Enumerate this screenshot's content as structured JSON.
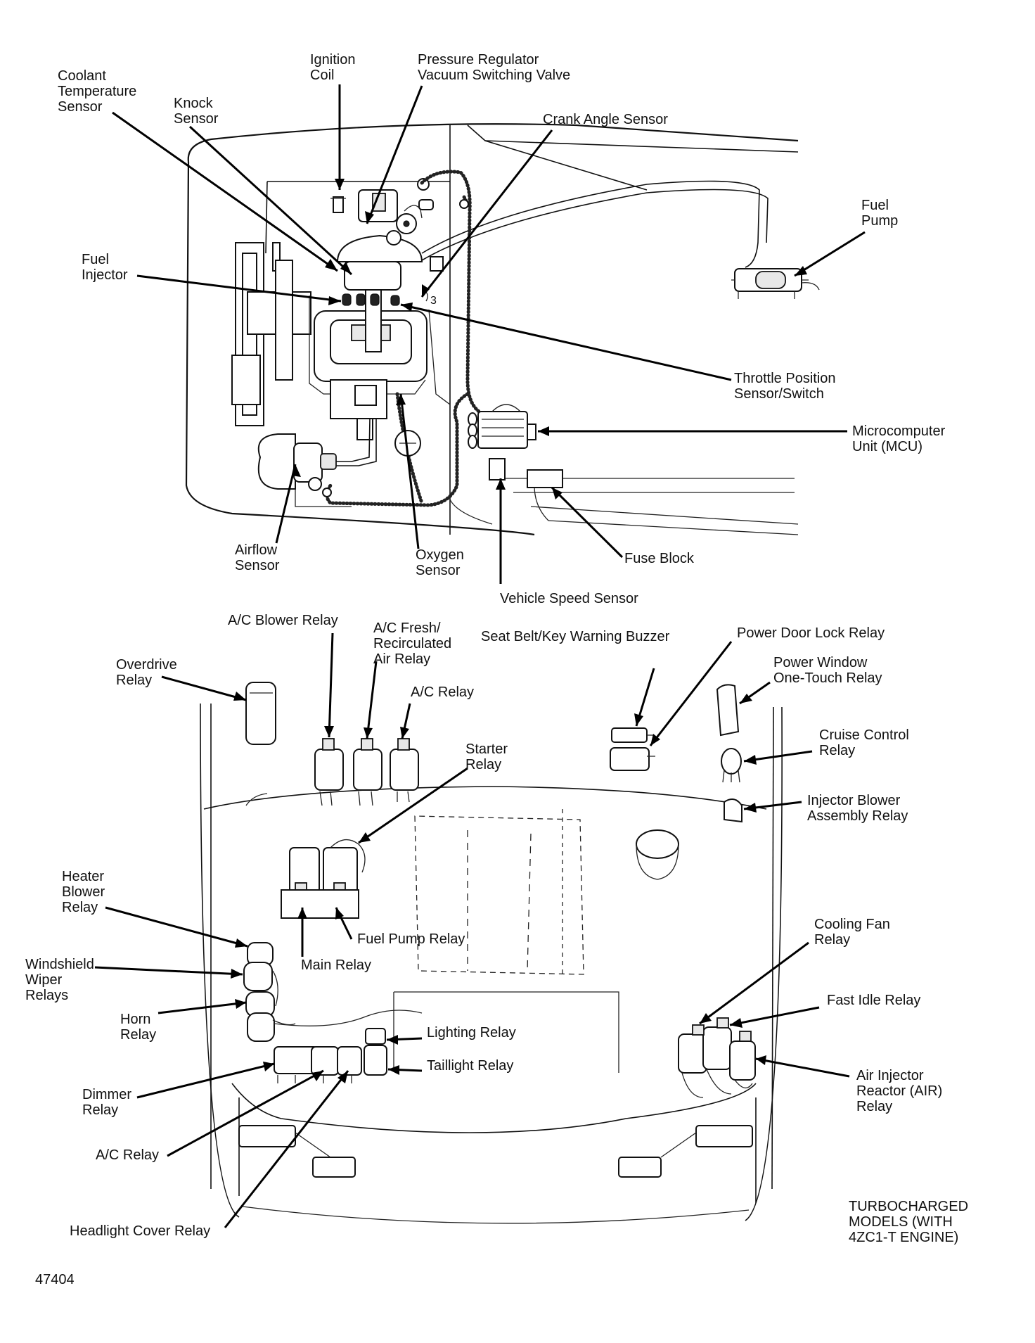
{
  "engine_labels": {
    "coolant_temperature_sensor": [
      "Coolant",
      "Temperature",
      "Sensor"
    ],
    "knock_sensor": [
      "Knock",
      "Sensor"
    ],
    "ignition_coil": [
      "Ignition",
      "Coil"
    ],
    "pressure_regulator_vsv": [
      "Pressure Regulator",
      "Vacuum Switching Valve"
    ],
    "crank_angle_sensor": "Crank Angle Sensor",
    "fuel_pump": [
      "Fuel",
      "Pump"
    ],
    "fuel_injector": [
      "Fuel",
      "Injector"
    ],
    "throttle_position_sensor": [
      "Throttle Position",
      "Sensor/Switch"
    ],
    "microcomputer_unit": [
      "Microcomputer",
      "Unit (MCU)"
    ],
    "airflow_sensor": [
      "Airflow",
      "Sensor"
    ],
    "oxygen_sensor": [
      "Oxygen",
      "Sensor"
    ],
    "fuse_block": "Fuse Block",
    "vehicle_speed_sensor": "Vehicle Speed Sensor"
  },
  "relay_labels": {
    "ac_blower_relay": "A/C Blower Relay",
    "ac_fresh_recirc_relay": [
      "A/C Fresh/",
      "Recirculated",
      "Air Relay"
    ],
    "ac_relay_top": "A/C Relay",
    "seat_belt_buzzer": "Seat Belt/Key Warning Buzzer",
    "power_door_lock_relay": "Power Door Lock Relay",
    "power_window_relay": [
      "Power Window",
      "One-Touch Relay"
    ],
    "overdrive_relay": [
      "Overdrive",
      "Relay"
    ],
    "starter_relay": [
      "Starter",
      "Relay"
    ],
    "cruise_control_relay": [
      "Cruise Control",
      "Relay"
    ],
    "injector_blower_relay": [
      "Injector Blower",
      "Assembly Relay"
    ],
    "heater_blower_relay": [
      "Heater",
      "Blower",
      "Relay"
    ],
    "fuel_pump_relay": "Fuel Pump Relay",
    "main_relay": "Main Relay",
    "windshield_wiper_relays": [
      "Windshield",
      "Wiper",
      "Relays"
    ],
    "cooling_fan_relay": [
      "Cooling Fan",
      "Relay"
    ],
    "horn_relay": [
      "Horn",
      "Relay"
    ],
    "lighting_relay": "Lighting Relay",
    "fast_idle_relay": "Fast Idle Relay",
    "taillight_relay": "Taillight Relay",
    "dimmer_relay": [
      "Dimmer",
      "Relay"
    ],
    "air_injector_reactor_relay": [
      "Air Injector",
      "Reactor (AIR)",
      "Relay"
    ],
    "ac_relay_bottom": "A/C Relay",
    "headlight_cover_relay": "Headlight Cover Relay"
  },
  "note": [
    "TURBOCHARGED",
    "MODELS (WITH",
    "4ZC1-T ENGINE)"
  ],
  "figure_number": "47404"
}
